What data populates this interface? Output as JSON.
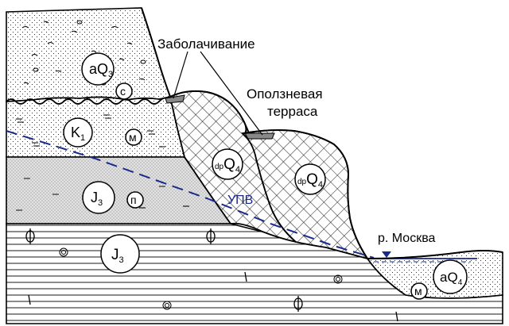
{
  "labels": {
    "swamping": "Заболачивание",
    "landslide_terrace_line1": "Оползневая",
    "landslide_terrace_line2": "терраса",
    "groundwater_level": "УПВ",
    "river": "р. Москва"
  },
  "units": {
    "aQ3": {
      "base": "aQ",
      "sub": "3"
    },
    "K1": {
      "base": "K",
      "sub": "1"
    },
    "J3_upper": {
      "base": "J",
      "sub": "3"
    },
    "J3_lower": {
      "base": "J",
      "sub": "3"
    },
    "dpQ4_a": {
      "pre": "dp",
      "base": "Q",
      "sub": "4"
    },
    "dpQ4_b": {
      "pre": "dp",
      "base": "Q",
      "sub": "4"
    },
    "aQ4": {
      "base": "aQ",
      "sub": "4"
    }
  },
  "lithology_marks": {
    "c": "с",
    "m1": "м",
    "p": "п",
    "m2": "м"
  },
  "colors": {
    "line": "#000000",
    "groundwater": "#1a2a8a",
    "river_water": "#1a2a8a",
    "stipple_dark": "#cfcfcf"
  }
}
